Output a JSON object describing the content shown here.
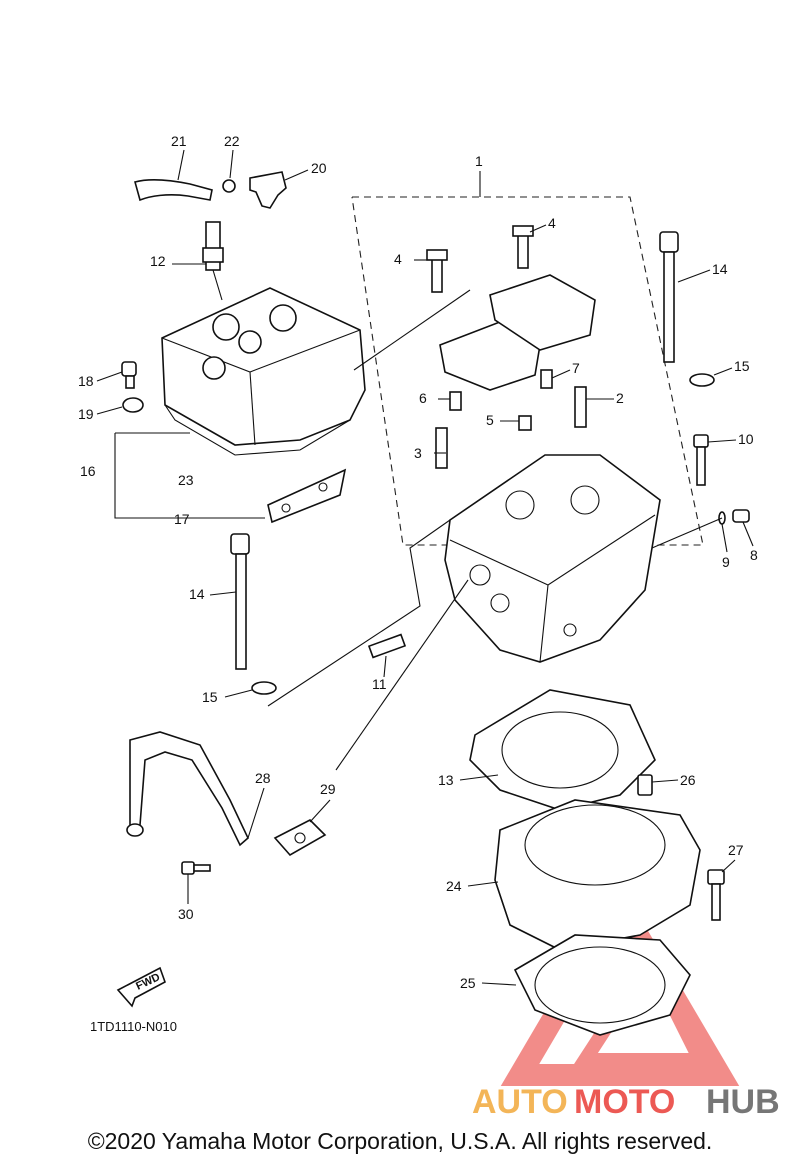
{
  "diagram": {
    "reference_code": "1TD1110-N010",
    "forward_label": "FWD",
    "callouts": [
      "1",
      "2",
      "3",
      "4",
      "4",
      "5",
      "6",
      "7",
      "8",
      "9",
      "10",
      "11",
      "12",
      "13",
      "14",
      "14",
      "15",
      "15",
      "16",
      "17",
      "18",
      "19",
      "20",
      "21",
      "22",
      "23",
      "24",
      "25",
      "26",
      "27",
      "28",
      "29",
      "30"
    ]
  },
  "watermark": {
    "brand_part1": "AUTO",
    "brand_part2": "MOTO",
    "brand_part3": "HUB",
    "color_primary": "#e8302a",
    "color_secondary": "#f2a93b",
    "color_dark": "#555555"
  },
  "footer": {
    "copyright": "©2020 Yamaha Motor Corporation, U.S.A. All rights reserved."
  }
}
